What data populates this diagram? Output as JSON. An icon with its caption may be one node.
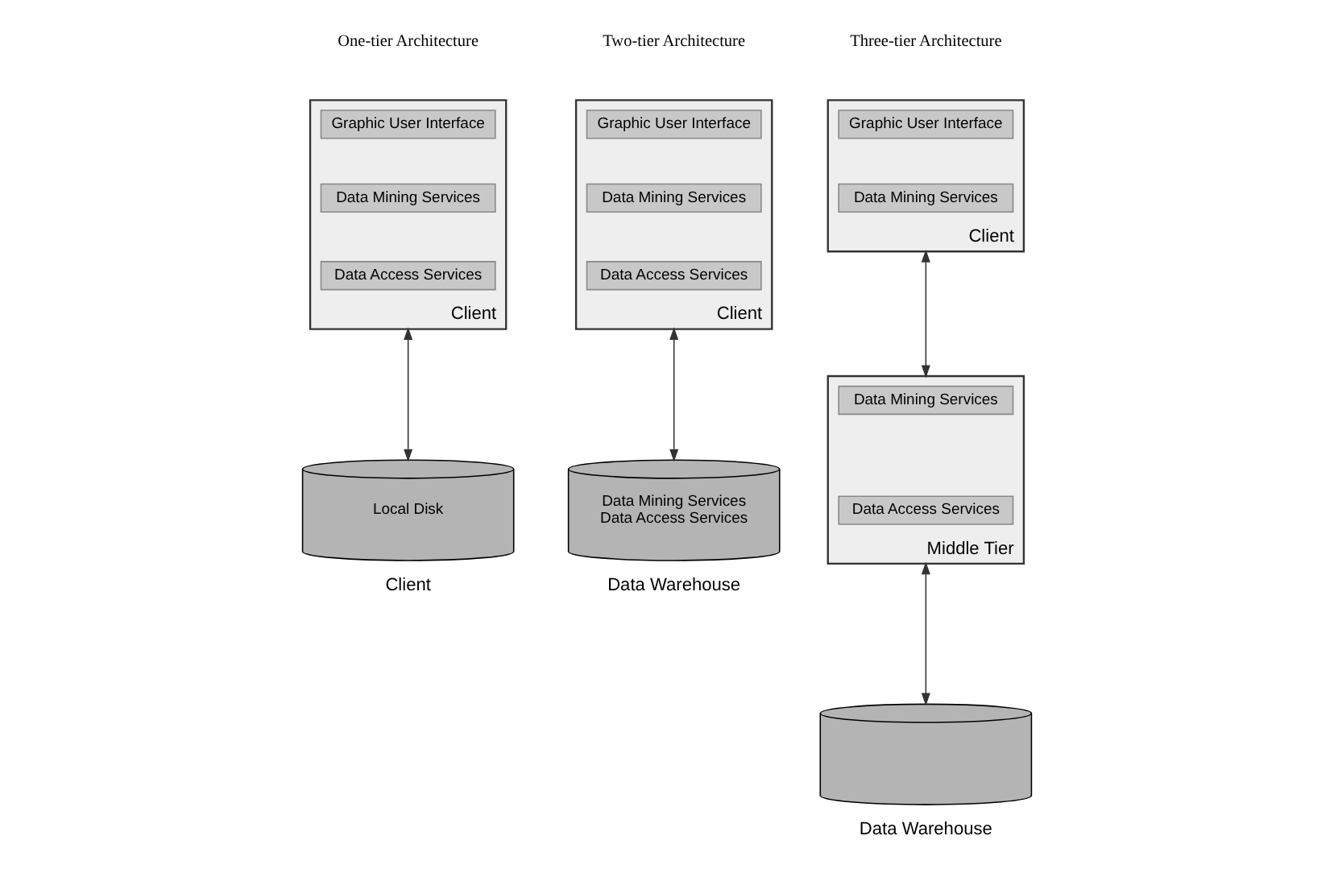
{
  "diagram": {
    "nodes": [
      {
        "text": [],
        "shape": "box",
        "beside": [
          "Client"
        ]
      },
      {
        "text": [
          "Graphic User Interface"
        ],
        "in": 0
      },
      {
        "text": [
          "Data Mining Services"
        ],
        "in": 0
      },
      {
        "text": [
          "Data Access Services"
        ],
        "in": 0
      },
      {
        "text": [
          "Local Disk"
        ],
        "beside": [
          "Client"
        ]
      },
      {
        "text": [],
        "shape": "box",
        "beside": [
          "Client"
        ]
      },
      {
        "text": [
          "Graphic User Interface"
        ],
        "in": 5
      },
      {
        "text": [
          "Data Mining Services"
        ],
        "in": 5
      },
      {
        "text": [
          "Data Access Services"
        ],
        "in": 5
      },
      {
        "text": [
          "Data Mining Services",
          "Data Access Services"
        ],
        "beside": [
          "Data Warehouse"
        ]
      },
      {
        "text": [],
        "shape": "box",
        "beside": [
          "Client"
        ]
      },
      {
        "text": [
          "Graphic User Interface"
        ],
        "in": 10
      },
      {
        "text": [
          "Data Mining Services"
        ],
        "in": 10
      },
      {
        "text": [],
        "shape": "box",
        "beside": [
          "Middle Tier"
        ]
      },
      {
        "text": [
          "Data Mining Services"
        ],
        "in": 13
      },
      {
        "text": [
          "Data Access Services"
        ],
        "in": 13
      },
      {
        "text": [],
        "shape": "cylinder",
        "beside": [
          "Data Warehouse"
        ]
      }
    ],
    "edges": [
      {
        "from": 0,
        "to": 4,
        "arrow": "both"
      },
      {
        "from": 5,
        "to": 9,
        "arrow": "both"
      },
      {
        "from": 10,
        "to": 13,
        "arrow": "both"
      },
      {
        "from": 13,
        "to": 16,
        "arrow": "both"
      }
    ],
    "labels": [
      "One-tier Architecture",
      "Two-tier Architecture",
      "Three-tier Architecture"
    ]
  }
}
